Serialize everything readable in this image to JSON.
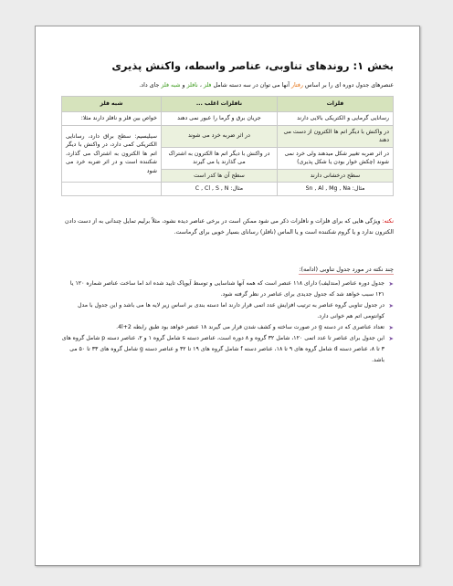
{
  "title": "بخش ۱: روندهای تناوبی، عناصر واسطه، واکنش پذیری",
  "intro": {
    "before": "عنصرهای جدول دوره ای را بر اساس ",
    "keyword": "رفتار",
    "middle": " آنها می توان در سه دسته شامل ",
    "metals": "فلز",
    "sep1": " ، ",
    "nonmetals": "نافلز",
    "sep2": " و ",
    "metalloids": "شبه فلز",
    "after": " جای داد."
  },
  "table": {
    "headers": [
      "فلزات",
      "نافلزات اغلب ...",
      "شبه فلز"
    ],
    "rows": {
      "metal_1": "رسانایی گرمایی و الکتریکی بالایی دارند",
      "nonmetal_1": "جریان برق و گرما را عبور نمی دهند",
      "metalloid_1": "خواص بین فلز و نافلز دارند مثلا:",
      "metal_2": "در واکنش با دیگر اتم ها الکترون از دست می دهند",
      "nonmetal_2": "در اثر ضربه خرد می شوند",
      "metalloid_2": "سیلیسیم: سطح براق دارد، رسانایی الکتریکی کمی دارد، در واکنش با دیگر اتم ها الکترون به اشتراک می گذارد، شکننده است و در اثر ضربه خرد می شود",
      "metal_3": "در اثر ضربه تغییر شکل میدهند ولی خرد نمی شوند (چکش خوار بودن یا شکل پذیری)",
      "nonmetal_3": "در واکنش با دیگر اتم ها الکترون به اشتراک می گذارند یا می گیرند",
      "metal_4": "سطح درخشانی دارند",
      "nonmetal_4": "سطح آن ها کدر است",
      "metal_5": "مثال: Sn , Al , Mg , Na",
      "nonmetal_5": "مثال: C , Cl , S , N"
    }
  },
  "note": {
    "label": "نکته:",
    "text": " ویژگی هایی که برای فلزات و نافلزات ذکر می شود ممکن است در برخی عناصر دیده نشود، مثلاً برلیم تمایل چندانی به از دست دادن الکترون ندارد و یا گروم شکننده است و یا الماس (نافلز) رسانای بسیار خوبی برای گرماست."
  },
  "section_heading": "چند نکته در مورد جدول تناوبی (ادامه):",
  "bullets": [
    "جدول دوره عناصر (مندلیف) دارای ۱۱۸ عنصر است که همه آنها شناسایی و توسط آیوپاک تایید شده اند اما ساخت عناصر شماره ۱۲۰ یا ۱۲۱ سبب خواهد شد که جدول جدیدی برای عناصر در نظر گرفته شود.",
    "در جدول تناوبی گروه عناصر به ترتیب افزایش عدد اتمی قرار دارند اما دسته بندی بر اساس زیر لایه ها می باشد و این جدول با مدل کوانتومی اتم هم خوانی دارد.",
    "تعداد عناصری که در دسته g در صورت ساخته و کشف شدن قرار می گیرند ۱۸ عنصر خواهد بود طبق رابطه 2+4l.",
    "این جدول برای عناصر تا عدد اتمی ۱۲۰، شامل ۳۲ گروه و ۸ دوره است، عناصر دسته s شامل گروه ۱ و ۲، عناصر دسته p شامل گروه های ۳ تا ۸، عناصر دسته d شامل گروه های ۹ تا ۱۸، عناصر دسته f شامل گروه های ۱۹ تا ۳۲ و عناصر دسته g شامل گروه های ۳۳ تا ۵۰ می باشد."
  ],
  "colors": {
    "header_green": "#d6e3bc",
    "light_green": "#ebf1de",
    "accent_orange": "#e46c0a",
    "note_red": "#d00000"
  }
}
